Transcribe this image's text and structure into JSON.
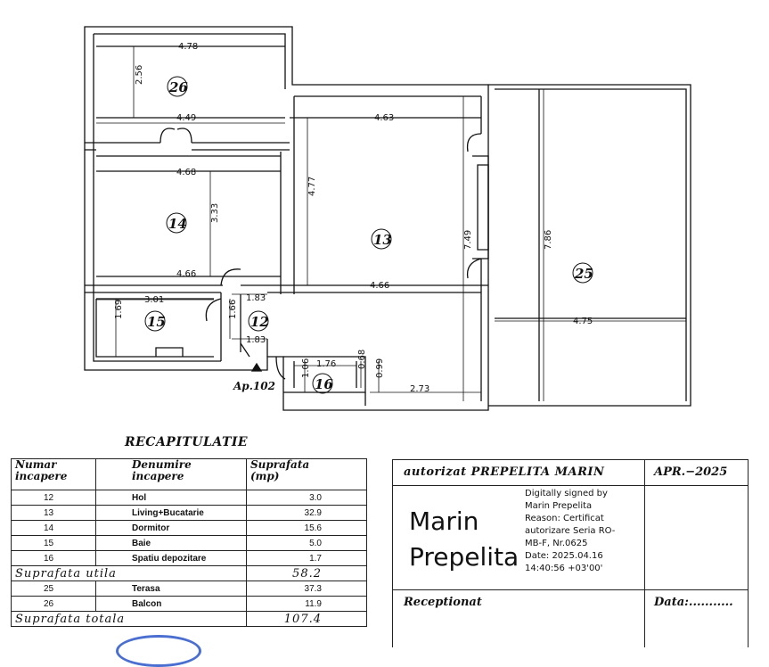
{
  "plan": {
    "dimensions": {
      "d478": "4.78",
      "d256": "2.56",
      "d449": "4.49",
      "d463": "4.63",
      "d468": "4.68",
      "d477": "4.77",
      "d333": "3.33",
      "d466a": "4.66",
      "d749": "7.49",
      "d786": "7.86",
      "d301": "3.01",
      "d183a": "1.83",
      "d466b": "4.66",
      "d169": "1.69",
      "d166": "1.66",
      "d183b": "1.83",
      "d475": "4.75",
      "d176": "1.76",
      "d106": "1.06",
      "d068": "0.68",
      "d099": "0.99",
      "d273": "2.73"
    },
    "rooms": {
      "r26": "26",
      "r14": "14",
      "r13": "13",
      "r15": "15",
      "r12": "12",
      "r16": "16",
      "r25": "25"
    },
    "apartment_label": "Ap.102"
  },
  "recap": {
    "title": "RECAPITULATIE",
    "headers": {
      "number": [
        "Numar",
        "incapere"
      ],
      "name": [
        "Denumire",
        "incapere"
      ],
      "area": [
        "Suprafata",
        "(mp)"
      ]
    },
    "rows": [
      {
        "number": "12",
        "name": "Hol",
        "area": "3.0"
      },
      {
        "number": "13",
        "name": "Living+Bucatarie",
        "area": "32.9"
      },
      {
        "number": "14",
        "name": "Dormitor",
        "area": "15.6"
      },
      {
        "number": "15",
        "name": "Baie",
        "area": "5.0"
      },
      {
        "number": "16",
        "name": "Spatiu depozitare",
        "area": "1.7"
      }
    ],
    "useful_label": "Suprafata utila",
    "useful_value": "58.2",
    "rows2": [
      {
        "number": "25",
        "name": "Terasa",
        "area": "37.3"
      },
      {
        "number": "26",
        "name": "Balcon",
        "area": "11.9"
      }
    ],
    "total_label": "Suprafata totala",
    "total_value": "107.4"
  },
  "stamp": {
    "authorized": "autorizat PREPELITA MARIN",
    "date": "APR.−2025",
    "signer_name": [
      "Marin",
      "Prepelita"
    ],
    "signature_info": [
      "Digitally signed by",
      "Marin Prepelita",
      "Reason: Certificat",
      "autorizare Seria RO-",
      "MB-F, Nr.0625",
      "Date: 2025.04.16",
      "14:40:56 +03'00'"
    ],
    "received": "Receptionat",
    "data_label": "Data:..........."
  }
}
